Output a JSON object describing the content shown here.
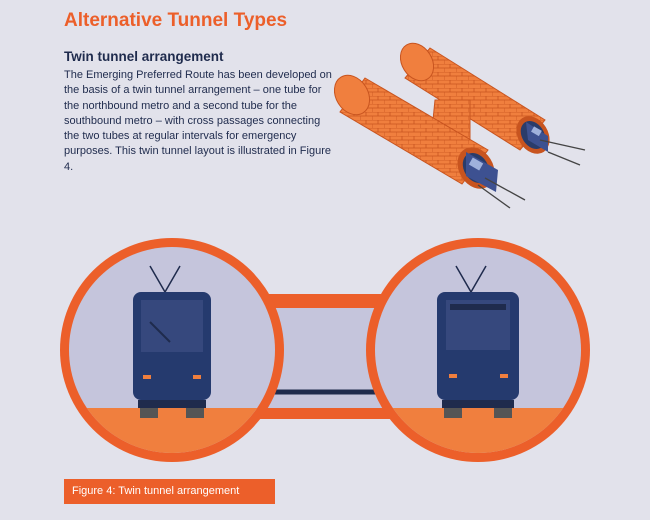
{
  "page": {
    "title": "Alternative Tunnel Types",
    "subtitle": "Twin tunnel arrangement",
    "body": "The Emerging Preferred Route has been developed on the basis of a twin tunnel arrangement – one tube for the northbound metro and a second tube for the southbound metro – with cross passages connecting the two tubes at regular intervals for emergency purposes. This twin tunnel layout is illustrated in Figure 4.",
    "caption": "Figure 4: Twin tunnel arrangement"
  },
  "colors": {
    "accent": "#ec5f2a",
    "navy": "#1f2b4d",
    "background": "#e2e2eb",
    "tunnel_interior": "#c5c5dc",
    "train_body": "#253a6e"
  },
  "illustrations": [
    "isometric-twin-tunnel-icon",
    "tunnel-cross-section-diagram"
  ]
}
